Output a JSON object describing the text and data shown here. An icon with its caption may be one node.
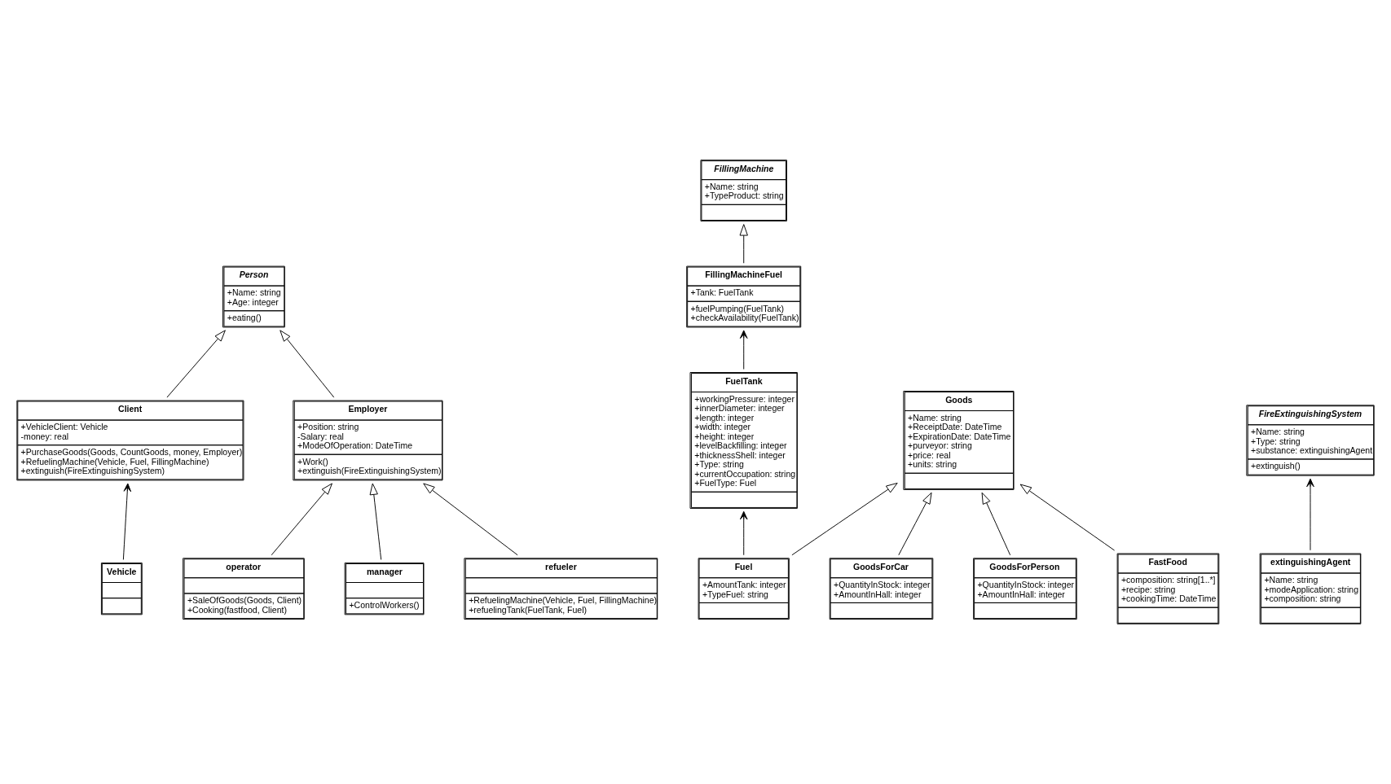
{
  "diagram": {
    "nodes": [
      {
        "text": [
          "Person",
          "+Name: string",
          "+Age: integer",
          "+eating()"
        ]
      },
      {
        "text": [
          "Vehicle"
        ]
      },
      {
        "text": [
          "FillingMachine",
          "+Name: string",
          "+TypeProduct: string"
        ]
      },
      {
        "text": [
          "Client",
          "+VehicleClient: Vehicle",
          "-money: real",
          "+PurchaseGoods(Goods, CountGoods, money, Employer)",
          "+RefuelingMachine(Vehicle, Fuel, FillingMachine)",
          "+extinguish(FireExtinguishingSystem)"
        ]
      },
      {
        "text": [
          "Employer",
          "+Position: string",
          "-Salary: real",
          "+ModeOfOperation: DateTime",
          "+Work()",
          "+extinguish(FireExtinguishingSystem)"
        ]
      },
      {
        "text": [
          "FillingMachineFuel",
          "+Tank: FuelTank",
          "+fuelPumping(FuelTank)",
          "+checkAvailability(FuelTank)"
        ]
      },
      {
        "text": [
          "operator",
          "+SaleOfGoods(Goods, Client)",
          "+Cooking(fastfood, Client)"
        ]
      },
      {
        "text": [
          "manager",
          "+ControlWorkers()"
        ]
      },
      {
        "text": [
          "refueler",
          "+RefuelingMachine(Vehicle, Fuel, FillingMachine)",
          "+refuelingTank(FuelTank, Fuel)"
        ]
      },
      {
        "text": [
          "extinguishingAgent",
          "+Name: string",
          "+modeApplication: string",
          "+composition: string"
        ]
      },
      {
        "text": [
          "FireExtinguishingSystem",
          "+Name: string",
          "+Type: string",
          "+substance: extinguishingAgent",
          "+extinguish()"
        ]
      },
      {
        "text": [
          "FuelTank",
          "+workingPressure: integer",
          "+innerDiameter: integer",
          "+length: integer",
          "+width: integer",
          "+height: integer",
          "+levelBackfilling: integer",
          "+thicknessShell: integer",
          "+Type: string",
          "+currentOccupation: string",
          "+FuelType: Fuel"
        ]
      },
      {
        "text": [
          "Goods",
          "+Name: string",
          "+ReceiptDate: DateTime",
          "+ExpirationDate: DateTime",
          "+purveyor: string",
          "+price: real",
          "+units: string"
        ]
      },
      {
        "text": [
          "Fuel",
          "+AmountTank: integer",
          "+TypeFuel: string"
        ]
      },
      {
        "text": [
          "GoodsForCar",
          "+QuantityInStock: integer",
          "+AmountInHall: integer"
        ]
      },
      {
        "text": [
          "GoodsForPerson",
          "+QuantityInStock: integer",
          "+AmountInHall: integer"
        ]
      },
      {
        "text": [
          "FastFood",
          "+composition: string[1..*]",
          "+recipe: string",
          "+cookingTime: DateTime"
        ]
      }
    ],
    "edges": [
      {
        "from": 1,
        "to": 3,
        "arrow": "to"
      },
      {
        "from": 3,
        "to": 0,
        "arrow": "to"
      },
      {
        "from": 4,
        "to": 0,
        "arrow": "to"
      },
      {
        "from": 5,
        "to": 2,
        "arrow": "to"
      },
      {
        "from": 6,
        "to": 4,
        "arrow": "to"
      },
      {
        "from": 7,
        "to": 4,
        "arrow": "to"
      },
      {
        "from": 8,
        "to": 4,
        "arrow": "to"
      },
      {
        "from": 11,
        "to": 5,
        "arrow": "to"
      },
      {
        "from": 9,
        "to": 10,
        "arrow": "to"
      },
      {
        "from": 13,
        "to": 12,
        "arrow": "to"
      },
      {
        "from": 13,
        "to": 11,
        "arrow": "to"
      },
      {
        "from": 14,
        "to": 12,
        "arrow": "to"
      },
      {
        "from": 15,
        "to": 12,
        "arrow": "to"
      },
      {
        "from": 16,
        "to": 12,
        "arrow": "to"
      }
    ]
  }
}
